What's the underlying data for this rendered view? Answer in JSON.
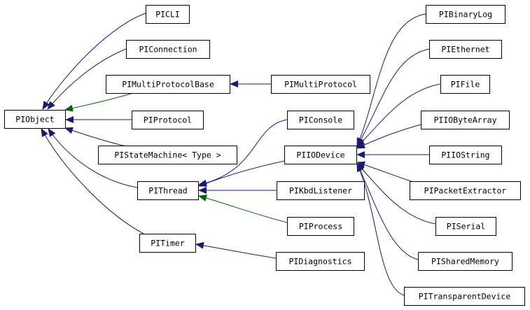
{
  "colors": {
    "inheritance_public": "#191970",
    "inheritance_protected": "#006400",
    "node_border": "#000000",
    "background": "#ffffff"
  },
  "nodes": [
    {
      "id": "PIObject",
      "label": "PIObject"
    },
    {
      "id": "PICLI",
      "label": "PICLI"
    },
    {
      "id": "PIConnection",
      "label": "PIConnection"
    },
    {
      "id": "PIMultiProtocolBase",
      "label": "PIMultiProtocolBase"
    },
    {
      "id": "PIMultiProtocol",
      "label": "PIMultiProtocol"
    },
    {
      "id": "PIProtocol",
      "label": "PIProtocol"
    },
    {
      "id": "PIStateMachine",
      "label": "PIStateMachine< Type >"
    },
    {
      "id": "PIThread",
      "label": "PIThread"
    },
    {
      "id": "PITimer",
      "label": "PITimer"
    },
    {
      "id": "PIConsole",
      "label": "PIConsole"
    },
    {
      "id": "PIIODevice",
      "label": "PIIODevice"
    },
    {
      "id": "PIKbdListener",
      "label": "PIKbdListener"
    },
    {
      "id": "PIProcess",
      "label": "PIProcess"
    },
    {
      "id": "PIDiagnostics",
      "label": "PIDiagnostics"
    },
    {
      "id": "PIBinaryLog",
      "label": "PIBinaryLog"
    },
    {
      "id": "PIEthernet",
      "label": "PIEthernet"
    },
    {
      "id": "PIFile",
      "label": "PIFile"
    },
    {
      "id": "PIIOByteArray",
      "label": "PIIOByteArray"
    },
    {
      "id": "PIIOString",
      "label": "PIIOString"
    },
    {
      "id": "PIPacketExtractor",
      "label": "PIPacketExtractor"
    },
    {
      "id": "PISerial",
      "label": "PISerial"
    },
    {
      "id": "PISharedMemory",
      "label": "PISharedMemory"
    },
    {
      "id": "PITransparentDevice",
      "label": "PITransparentDevice"
    }
  ],
  "edges": [
    {
      "from": "PICLI",
      "to": "PIObject",
      "kind": "public"
    },
    {
      "from": "PIConnection",
      "to": "PIObject",
      "kind": "public"
    },
    {
      "from": "PIMultiProtocolBase",
      "to": "PIObject",
      "kind": "protected"
    },
    {
      "from": "PIProtocol",
      "to": "PIObject",
      "kind": "public"
    },
    {
      "from": "PIStateMachine",
      "to": "PIObject",
      "kind": "public"
    },
    {
      "from": "PIThread",
      "to": "PIObject",
      "kind": "public"
    },
    {
      "from": "PITimer",
      "to": "PIObject",
      "kind": "public"
    },
    {
      "from": "PIMultiProtocol",
      "to": "PIMultiProtocolBase",
      "kind": "public"
    },
    {
      "from": "PIConsole",
      "to": "PIThread",
      "kind": "public"
    },
    {
      "from": "PIIODevice",
      "to": "PIThread",
      "kind": "public"
    },
    {
      "from": "PIKbdListener",
      "to": "PIThread",
      "kind": "public"
    },
    {
      "from": "PIProcess",
      "to": "PIThread",
      "kind": "protected"
    },
    {
      "from": "PIDiagnostics",
      "to": "PITimer",
      "kind": "public"
    },
    {
      "from": "PIBinaryLog",
      "to": "PIIODevice",
      "kind": "public"
    },
    {
      "from": "PIEthernet",
      "to": "PIIODevice",
      "kind": "public"
    },
    {
      "from": "PIFile",
      "to": "PIIODevice",
      "kind": "public"
    },
    {
      "from": "PIIOByteArray",
      "to": "PIIODevice",
      "kind": "public"
    },
    {
      "from": "PIIOString",
      "to": "PIIODevice",
      "kind": "public"
    },
    {
      "from": "PIPacketExtractor",
      "to": "PIIODevice",
      "kind": "public"
    },
    {
      "from": "PISerial",
      "to": "PIIODevice",
      "kind": "public"
    },
    {
      "from": "PISharedMemory",
      "to": "PIIODevice",
      "kind": "public"
    },
    {
      "from": "PITransparentDevice",
      "to": "PIIODevice",
      "kind": "public"
    }
  ]
}
